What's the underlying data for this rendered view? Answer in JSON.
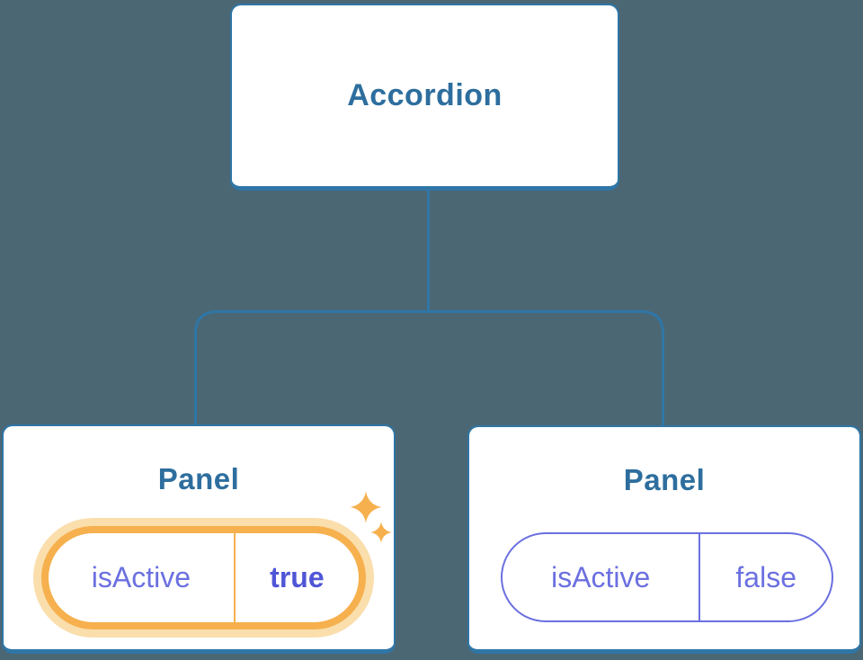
{
  "diagram": {
    "type": "component-tree",
    "root": {
      "label": "Accordion"
    },
    "panels": [
      {
        "title": "Panel",
        "prop_name": "isActive",
        "prop_value": "true",
        "state": "active",
        "badge_icon": "sparkles-icon"
      },
      {
        "title": "Panel",
        "prop_name": "isActive",
        "prop_value": "false",
        "state": "inactive"
      }
    ]
  },
  "colors": {
    "bg": "#4B6774",
    "line": "#2F76A6",
    "blue-text": "#2D6E9E",
    "node-bg": "#FFFFFF",
    "orange": "#F6B04E",
    "orange-glow": "#FADEAC",
    "purple": "#6B70E0",
    "purple-dark": "#5056D6"
  }
}
